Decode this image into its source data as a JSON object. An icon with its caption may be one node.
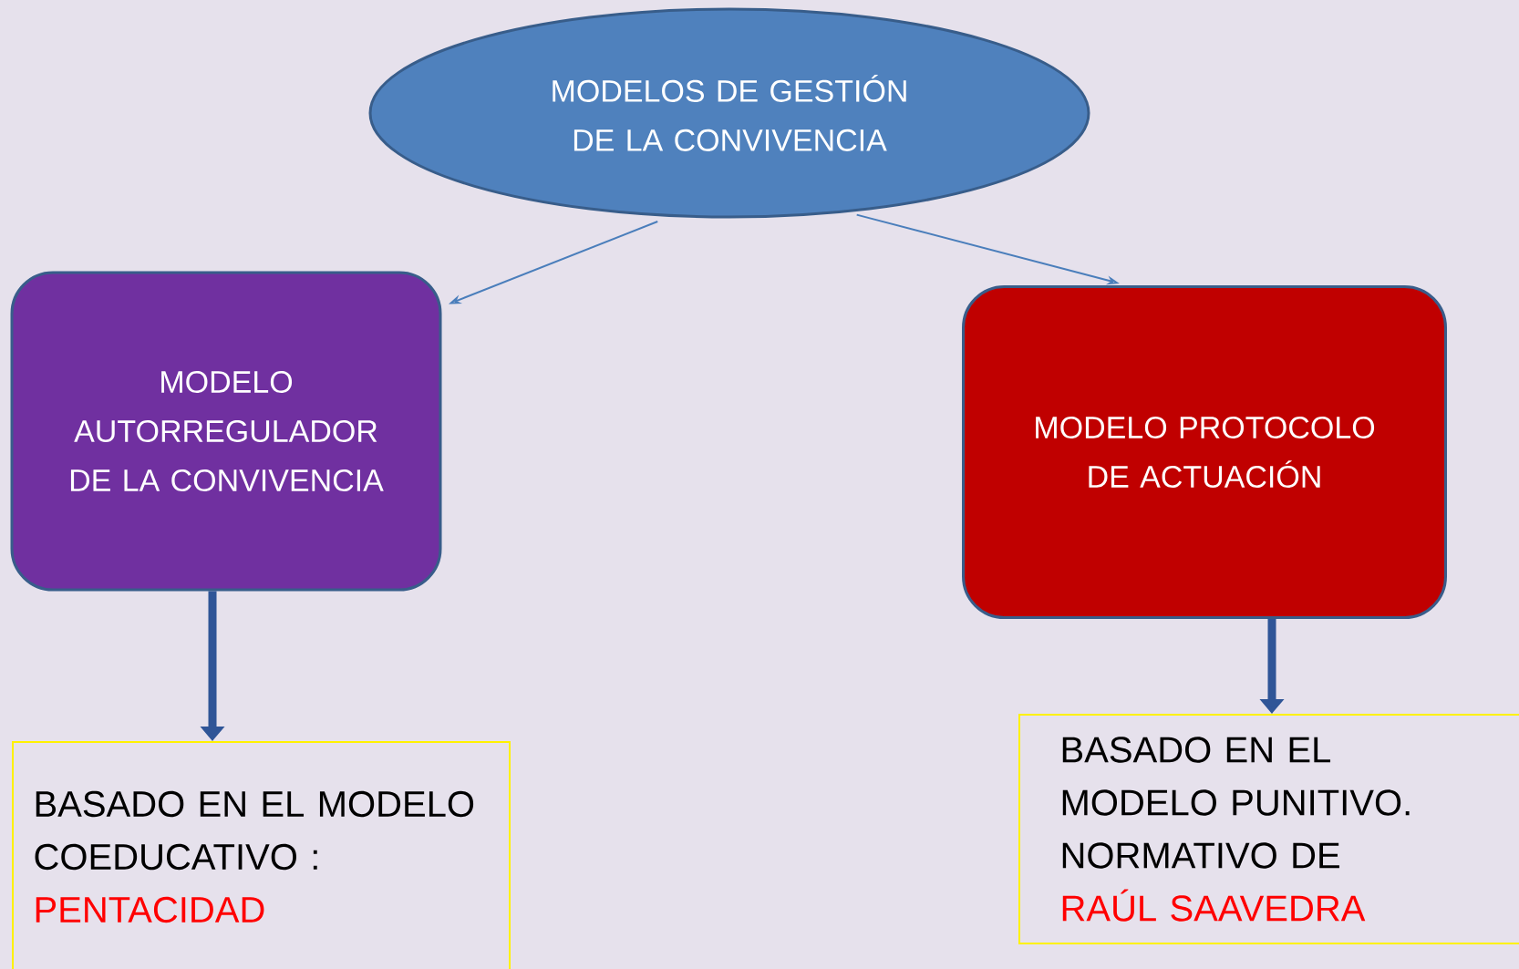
{
  "diagram": {
    "nodes": [
      {
        "text": [
          "MODELOS DE GESTIÓN DE LA CONVIVENCIA"
        ]
      },
      {
        "text": [
          "MODELO AUTORREGULADOR DE LA CONVIVENCIA"
        ]
      },
      {
        "text": [
          "MODELO PROTOCOLO DE ACTUACIÓN"
        ]
      },
      {
        "text": [
          "BASADO EN EL MODELO COEDUCATIVO :",
          "PENTACIDAD"
        ]
      },
      {
        "text": [
          "BASADO EN EL MODELO PUNITIVO. NORMATIVO DE",
          "RAÚL SAAVEDRA"
        ]
      }
    ],
    "edges": [
      {
        "from": 0,
        "to": 1,
        "arrow": "to"
      },
      {
        "from": 0,
        "to": 2,
        "arrow": "to"
      },
      {
        "from": 1,
        "to": 3,
        "arrow": "to",
        "style": "thick"
      },
      {
        "from": 2,
        "to": 4,
        "arrow": "to",
        "style": "thick"
      }
    ]
  }
}
